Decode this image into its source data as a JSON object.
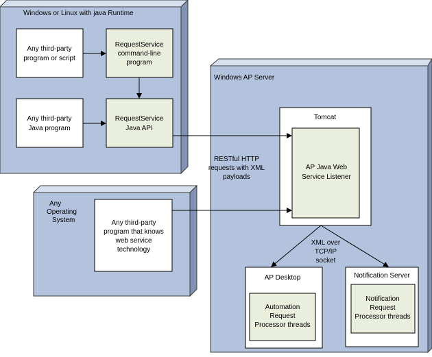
{
  "nodes": {
    "client": {
      "title": "Windows or Linux with java Runtime"
    },
    "any_os": {
      "title": [
        "Any",
        "Operating",
        "System"
      ]
    },
    "server": {
      "title": "Windows AP Server"
    }
  },
  "components": {
    "third_party_script": [
      "Any third-party",
      "program or script"
    ],
    "third_party_java": [
      "Any third-party",
      "Java program"
    ],
    "rs_cmdline": [
      "RequestService",
      "command-line",
      "program"
    ],
    "rs_java_api": [
      "RequestService",
      "Java API"
    ],
    "third_party_ws": [
      "Any third-party",
      "program that knows",
      "web service",
      "technology"
    ],
    "tomcat": "Tomcat",
    "listener": [
      "AP Java Web",
      "Service Listener"
    ],
    "ap_desktop": "AP Desktop",
    "automation_threads": [
      "Automation",
      "Request",
      "Processor threads"
    ],
    "notification_server": "Notification Server",
    "notification_threads": [
      "Notification",
      "Request",
      "Processor threads"
    ]
  },
  "edge_labels": {
    "http": [
      "RESTful HTTP",
      "requests with XML",
      "payloads"
    ],
    "xml": [
      "XML over",
      "TCP/IP",
      "socket"
    ]
  }
}
